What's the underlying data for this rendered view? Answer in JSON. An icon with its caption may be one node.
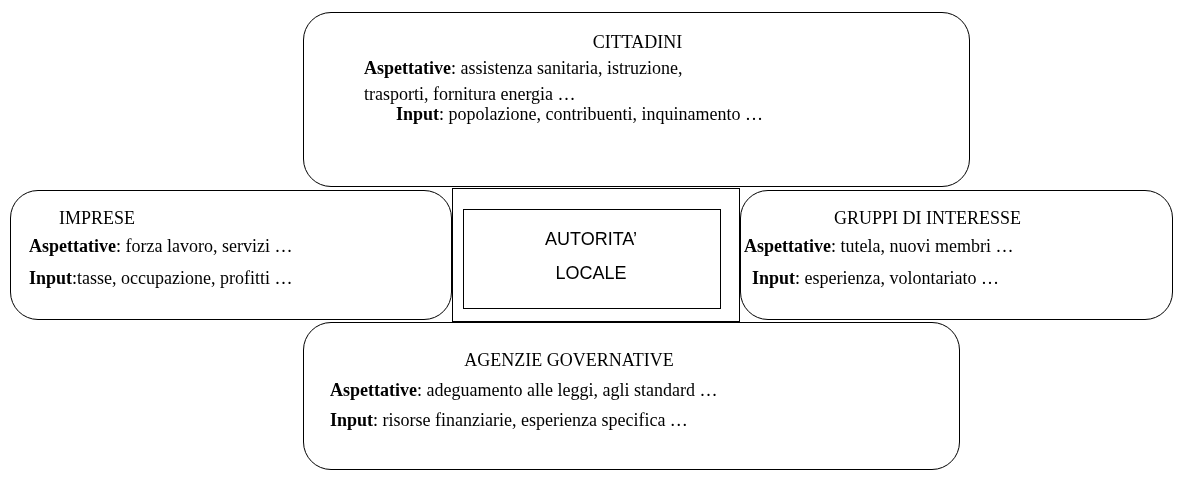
{
  "diagram": {
    "nodes": [
      {
        "text": [
          "CITTADINI",
          "**Aspettative**: assistenza sanitaria, istruzione, trasporti, fornitura energia …",
          "**Input**: popolazione, contribuenti, inquinamento …"
        ]
      },
      {
        "text": [
          "IMPRESE",
          "**Aspettative**: forza lavoro, servizi …",
          "**Input**:tasse, occupazione, profitti …"
        ]
      },
      {
        "text": [],
        "shape": "box"
      },
      {
        "text": [
          "AUTORITA’ LOCALE"
        ],
        "in": 2
      },
      {
        "text": [
          "GRUPPI DI INTERESSE",
          "**Aspettative**: tutela, nuovi membri …",
          "**Input**: esperienza, volontariato …"
        ]
      },
      {
        "text": [
          "AGENZIE GOVERNATIVE",
          "**Aspettative**: adeguamento alle leggi, agli standard …",
          "**Input**: risorse finanziarie, esperienza specifica …"
        ]
      }
    ],
    "edges": []
  }
}
